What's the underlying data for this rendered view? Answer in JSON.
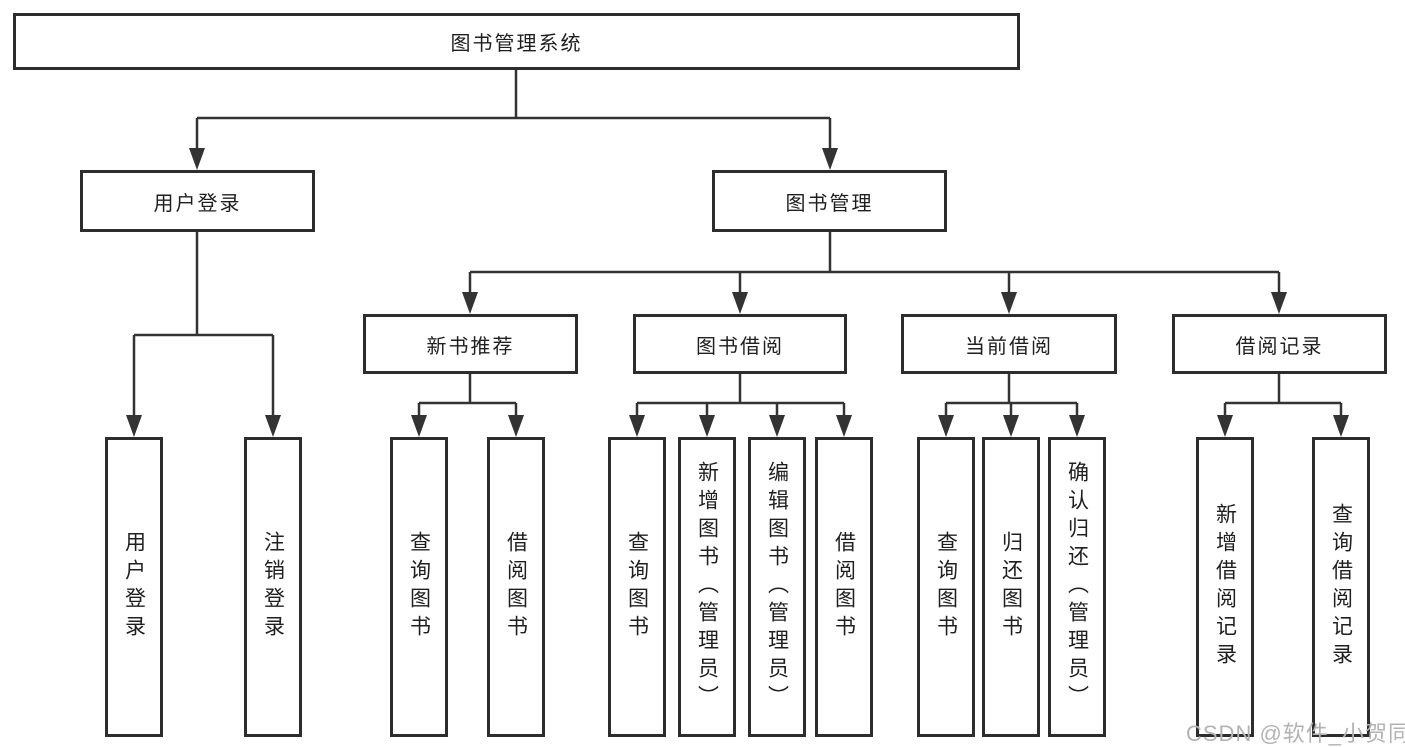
{
  "colors": {
    "line": "#333333",
    "box_border": "#2d2d2d",
    "text": "#1f1f1f",
    "background": "#ffffff",
    "watermark": "#b3b3b3"
  },
  "watermark": {
    "text": "CSDN @软件_小贺同学"
  },
  "tree": {
    "root": "图书管理系统",
    "branches": [
      {
        "label": "用户登录",
        "children": [
          "用户登录",
          "注销登录"
        ]
      },
      {
        "label": "图书管理",
        "children": [
          {
            "label": "新书推荐",
            "children": [
              "查询图书",
              "借阅图书"
            ]
          },
          {
            "label": "图书借阅",
            "children": [
              "查询图书",
              "新增图书（管理员）",
              "编辑图书（管理员）",
              "借阅图书"
            ]
          },
          {
            "label": "当前借阅",
            "children": [
              "查询图书",
              "归还图书",
              "确认归还（管理员）"
            ]
          },
          {
            "label": "借阅记录",
            "children": [
              "新增借阅记录",
              "查询借阅记录"
            ]
          }
        ]
      }
    ]
  }
}
